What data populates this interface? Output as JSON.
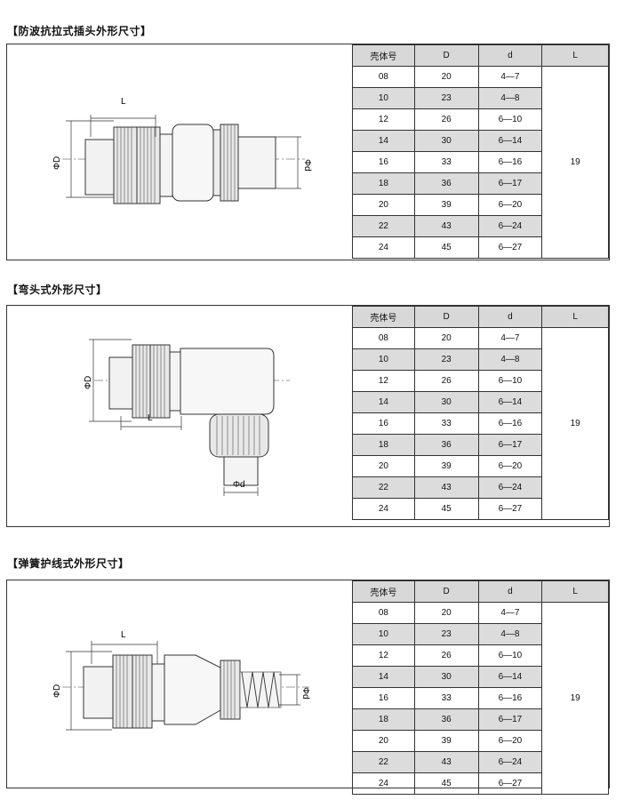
{
  "sections": [
    {
      "title": "【防波抗拉式插头外形尺寸】",
      "dim_labels": {
        "L": "L",
        "D": "ΦD",
        "d": "Φd"
      }
    },
    {
      "title": "【弯头式外形尺寸】",
      "dim_labels": {
        "L": "L",
        "D": "ΦD",
        "d": "Φd"
      }
    },
    {
      "title": "【弹簧护线式外形尺寸】",
      "dim_labels": {
        "L": "L",
        "D": "ΦD",
        "d": "Φd"
      }
    }
  ],
  "table": {
    "headers": [
      "壳体号",
      "D",
      "d",
      "L"
    ],
    "rows": [
      {
        "shell": "08",
        "D": "20",
        "d": "4—7"
      },
      {
        "shell": "10",
        "D": "23",
        "d": "4—8"
      },
      {
        "shell": "12",
        "D": "26",
        "d": "6—10"
      },
      {
        "shell": "14",
        "D": "30",
        "d": "6—14"
      },
      {
        "shell": "16",
        "D": "33",
        "d": "6—16"
      },
      {
        "shell": "18",
        "D": "36",
        "d": "6—17"
      },
      {
        "shell": "20",
        "D": "39",
        "d": "6—20"
      },
      {
        "shell": "22",
        "D": "43",
        "d": "6—24"
      },
      {
        "shell": "24",
        "D": "45",
        "d": "6—27"
      }
    ],
    "L_value": "19"
  }
}
